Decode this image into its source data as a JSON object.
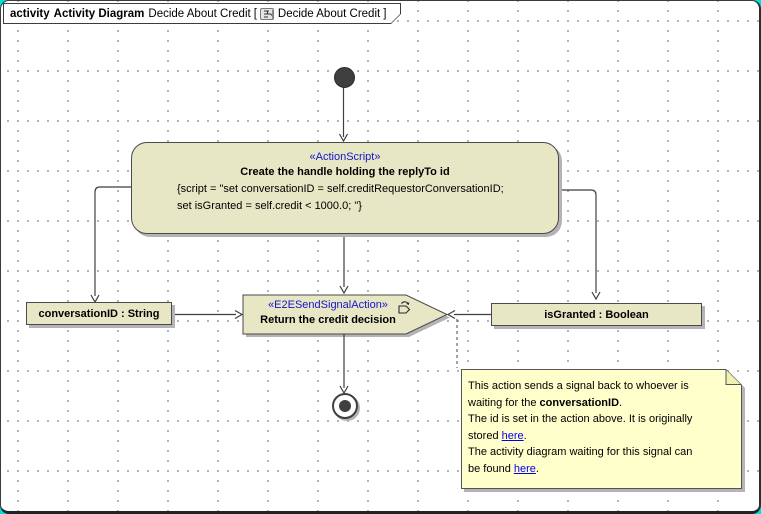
{
  "frame": {
    "header": {
      "keyword": "activity",
      "diagram_type": "Activity Diagram",
      "diagram_name": "Decide About Credit",
      "bracket_open": "[",
      "bracket_name": "Decide About Credit",
      "bracket_close": "]",
      "icon": "activity-diagram-icon"
    }
  },
  "nodes": {
    "initial": {
      "kind": "initial-node"
    },
    "final": {
      "kind": "activity-final-node"
    },
    "action": {
      "stereotype": "«ActionScript»",
      "title": "Create the handle holding the replyTo id",
      "script_line1": "{script = \"set conversationID = self.creditRequestorConversationID;",
      "script_line2": "set isGranted = self.credit < 1000.0; \"}"
    },
    "send_signal": {
      "stereotype": "«E2ESendSignalAction»",
      "title": "Return the credit decision",
      "icon": "signal-link-icon"
    },
    "object_left": {
      "label": "conversationID : String"
    },
    "object_right": {
      "label": "isGranted : Boolean"
    }
  },
  "note": {
    "l1": "This action sends a signal back to whoever is",
    "l2_pre": "waiting for the ",
    "l2_bold": "conversationID",
    "l2_post": ".",
    "l3": "The id is set in the action above. It is originally",
    "l4_pre": "stored ",
    "l4_link": "here",
    "l4_post": ".",
    "l5": "The activity diagram waiting for this signal can",
    "l6_pre": "be found ",
    "l6_link": "here",
    "l6_post": "."
  },
  "colors": {
    "node_fill": "#e7e7c6",
    "note_fill": "#ffffcc",
    "stereotype_text": "#1414cc",
    "link_text": "#0000ee",
    "border": "#4a4a4a",
    "shadow": "#b4b4b4",
    "grid_dot": "#9a9a9a"
  }
}
